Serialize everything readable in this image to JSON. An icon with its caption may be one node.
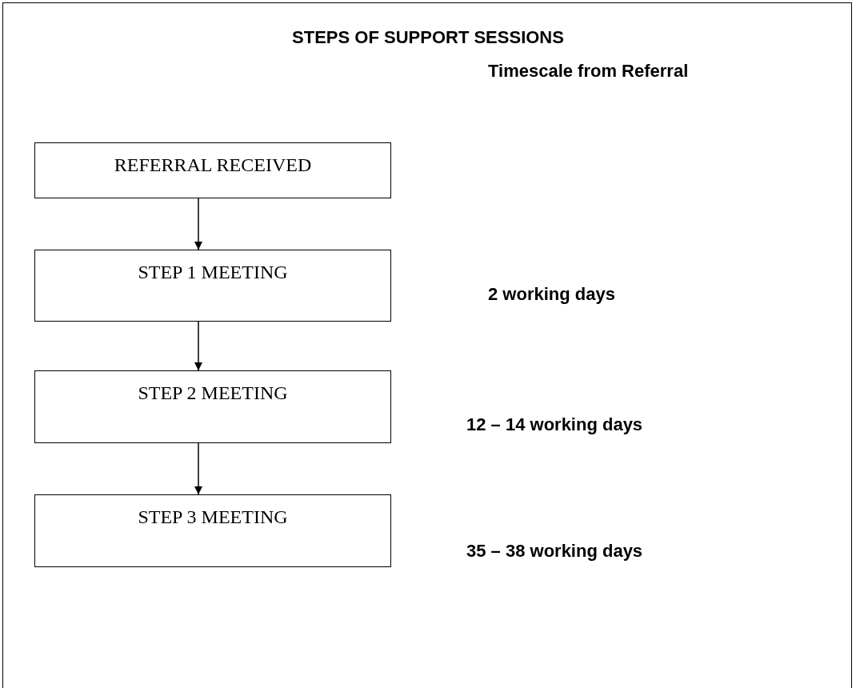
{
  "diagram": {
    "title": "STEPS OF SUPPORT SESSIONS",
    "nodes": [
      {
        "text": [
          "REFERRAL RECEIVED"
        ]
      },
      {
        "text": [
          "STEP 1 MEETING"
        ]
      },
      {
        "text": [
          "STEP 2 MEETING"
        ]
      },
      {
        "text": [
          "STEP 3 MEETING"
        ]
      }
    ],
    "edges": [
      {
        "from": 0,
        "to": 1,
        "arrow": "to"
      },
      {
        "from": 1,
        "to": 2,
        "arrow": "to"
      },
      {
        "from": 2,
        "to": 3,
        "arrow": "to"
      }
    ],
    "labels": [
      "Timescale from Referral",
      "2 working days",
      "12 – 14 working days",
      "35 – 38 working days"
    ]
  }
}
